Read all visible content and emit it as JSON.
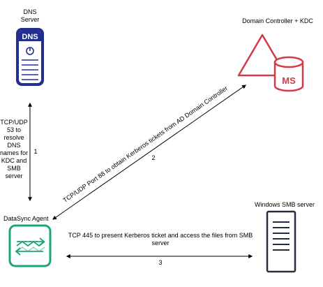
{
  "nodes": {
    "dns": {
      "title_line1": "DNS",
      "title_line2": "Server",
      "badge": "DNS",
      "icon": "dns-server-icon"
    },
    "dc": {
      "title": "Domain Controller + KDC",
      "badge": "MS",
      "icon": "domain-controller-icon"
    },
    "agent": {
      "title": "DataSync Agent",
      "icon": "datasync-agent-icon"
    },
    "smb": {
      "title": "Windows SMB server",
      "icon": "windows-server-icon"
    }
  },
  "edges": {
    "dns_agent": {
      "number": "1",
      "label_lines": [
        "TCP/UDP",
        "53 to",
        "resolve",
        "DNS",
        "names for",
        "KDC and",
        "SMB",
        "server"
      ]
    },
    "agent_dc": {
      "number": "2",
      "label": "TCP/UDP Port 88 to obtain Kerberos tickets from AD Domain Controller"
    },
    "agent_smb": {
      "number": "3",
      "label_line1": "TCP 445 to present Kerberos ticket and access the files from SMB",
      "label_line2": "server"
    }
  },
  "colors": {
    "dns_blue": "#232f8e",
    "dc_red": "#d13b46",
    "agent_green": "#1aa57a",
    "server_dark": "#232f3e",
    "edge": "#000000"
  }
}
